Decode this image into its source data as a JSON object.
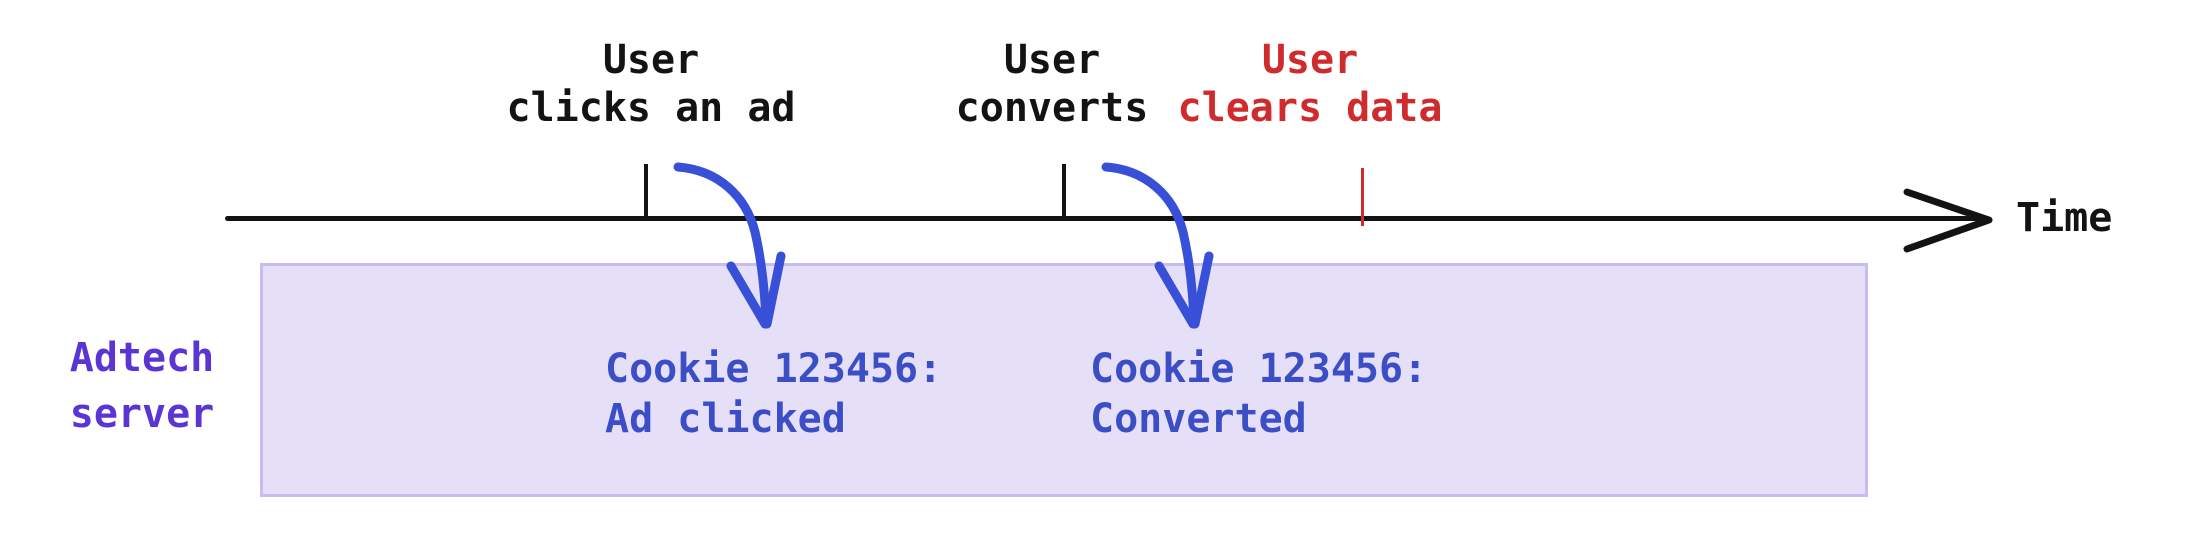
{
  "colors": {
    "ink": "#131313",
    "red": "#d02b2c",
    "purple": "#5b35d4",
    "blue_text": "#3b4ec6",
    "blue_arrow": "#3850d8",
    "box_fill": "#e5dff8",
    "box_border": "#c8bcf0"
  },
  "timeline": {
    "axis_label": "Time",
    "events": [
      {
        "line1": "User",
        "line2": "clicks an ad",
        "color": "black"
      },
      {
        "line1": "User",
        "line2": "converts",
        "color": "black"
      },
      {
        "line1": "User",
        "line2": "clears data",
        "color": "red"
      }
    ]
  },
  "server": {
    "line1": "Adtech",
    "line2": "server",
    "records": [
      {
        "line1": "Cookie 123456:",
        "line2": "Ad clicked"
      },
      {
        "line1": "Cookie 123456:",
        "line2": "Converted"
      }
    ]
  }
}
